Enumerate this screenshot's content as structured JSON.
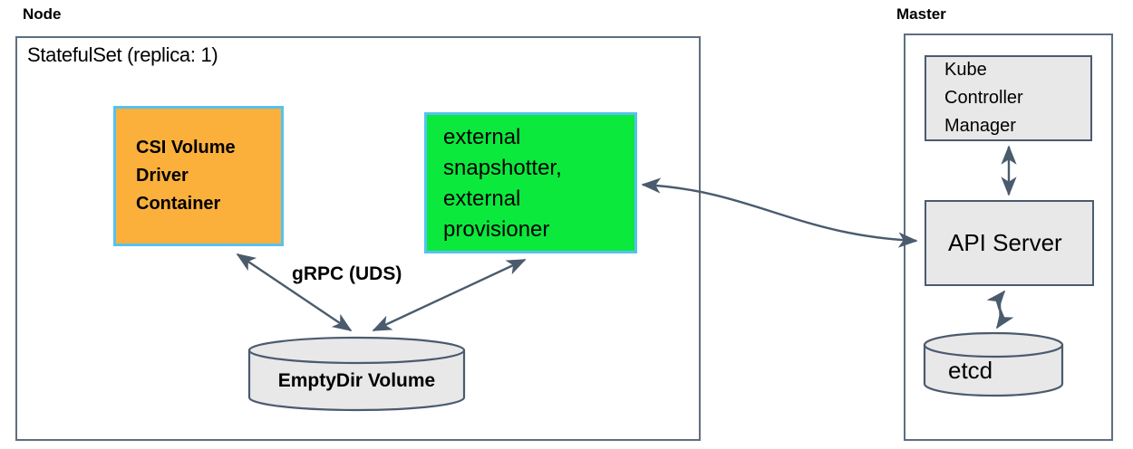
{
  "node": {
    "label": "Node",
    "statefulset_label": "StatefulSet (replica: 1)",
    "csi_box": {
      "lines": [
        "CSI Volume",
        "Driver",
        "Container"
      ]
    },
    "sidecar_box": {
      "lines": [
        "external",
        "snapshotter,",
        "external",
        "provisioner"
      ]
    },
    "emptydir": {
      "label": "EmptyDir Volume"
    },
    "grpc_label": "gRPC (UDS)"
  },
  "master": {
    "label": "Master",
    "kcm_box": {
      "lines": [
        "Kube",
        "Controller",
        "Manager"
      ]
    },
    "api_server": {
      "label": "API Server"
    },
    "etcd": {
      "label": "etcd"
    }
  },
  "colors": {
    "csi_box_fill": "#fbb03c",
    "sidecar_box_fill": "#0be93d",
    "container_border_blue": "#55c2f0",
    "gray_fill": "#e9e8e8",
    "shape_border": "#4a5b6e",
    "section_border": "#5e6e7e",
    "arrow": "#4a5b6e",
    "text": "#000000"
  }
}
